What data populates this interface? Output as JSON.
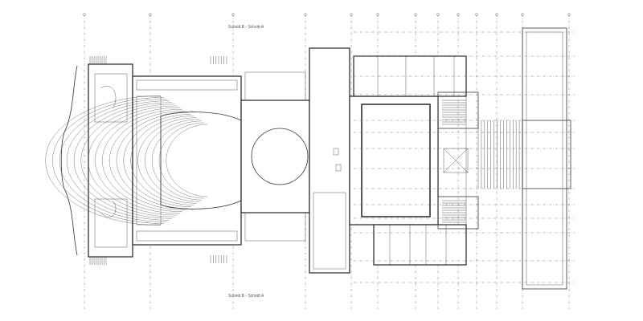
{
  "drawing": {
    "type": "architectural floor plan",
    "section_label_top": "Schnitt B - Schnitt A",
    "section_label_bottom": "Schnitt B - Schnitt A",
    "line_color": "#333333",
    "background": "#ffffff"
  }
}
